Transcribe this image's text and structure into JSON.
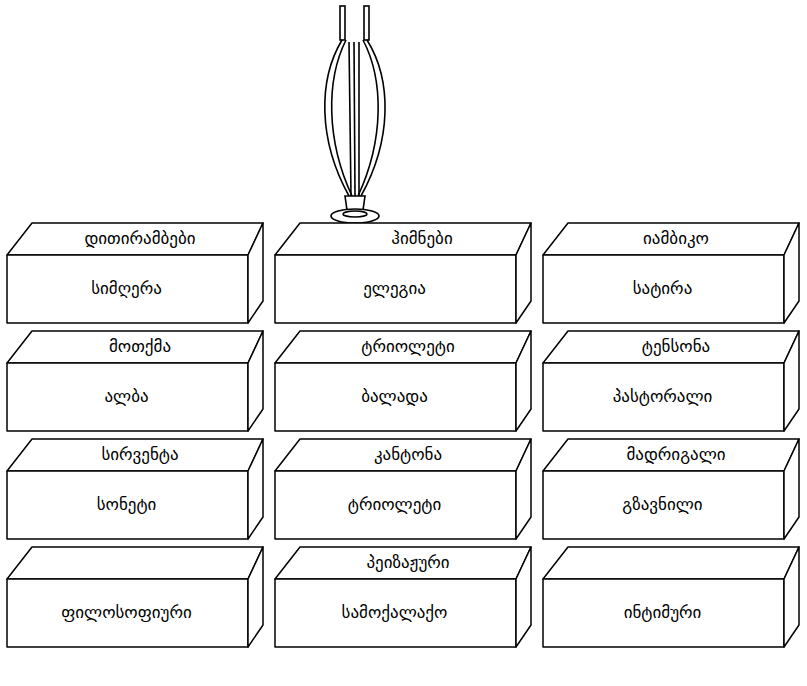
{
  "diagram": {
    "nodes": [
      {
        "text": [
          "დითირამბები",
          "სიმღერა"
        ]
      },
      {
        "text": [
          "ჰიმნები",
          "ელეგია"
        ]
      },
      {
        "text": [
          "იამბიკო",
          "სატირა"
        ]
      },
      {
        "text": [
          "მოთქმა",
          "ალბა"
        ]
      },
      {
        "text": [
          "ტრიოლეტი",
          "ბალადა"
        ]
      },
      {
        "text": [
          "ტენსონა",
          "პასტორალი"
        ]
      },
      {
        "text": [
          "სირვენტა",
          "სონეტი"
        ]
      },
      {
        "text": [
          "კანტონა",
          "ტრიოლეტი"
        ]
      },
      {
        "text": [
          "მადრიგალი",
          "გზავნილი"
        ]
      },
      {
        "text": [
          "ფილოსოფიური"
        ]
      },
      {
        "text": [
          "პეიზაჟური",
          "სამოქალაქო"
        ]
      },
      {
        "text": [
          "ინტიმური"
        ]
      }
    ]
  }
}
